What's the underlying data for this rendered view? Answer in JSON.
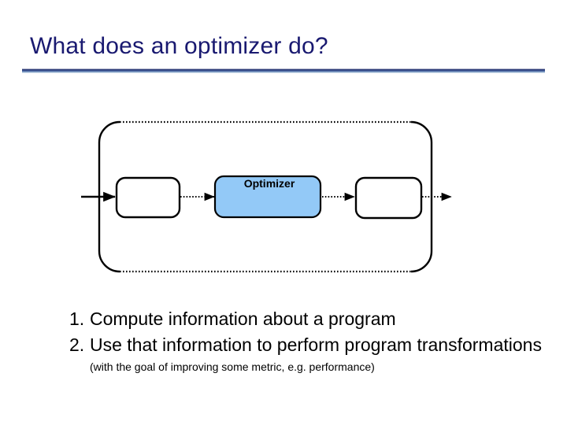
{
  "slide": {
    "title": "What does an optimizer do?",
    "title_color": "#191970",
    "background_color": "#ffffff",
    "rule_color_top": "#22306e",
    "rule_color_bottom": "#b9cde0"
  },
  "diagram": {
    "container_label": "",
    "container_border_style": "dotted-top-bottom-solid-corners",
    "border_color": "#000000",
    "nodes": [
      {
        "id": "input-box",
        "label": "",
        "fill": "#ffffff",
        "stroke": "#000000"
      },
      {
        "id": "optimizer-box",
        "label": "Optimizer",
        "fill": "#93C9F7",
        "stroke": "#000000"
      },
      {
        "id": "output-box",
        "label": "",
        "fill": "#ffffff",
        "stroke": "#000000"
      }
    ],
    "connectors": [
      {
        "id": "entry-arrow",
        "style": "solid",
        "from": "edge",
        "to": "input-box"
      },
      {
        "id": "input-to-optimizer-arrow",
        "style": "dotted",
        "from": "input-box",
        "to": "optimizer-box"
      },
      {
        "id": "optimizer-to-output-arrow",
        "style": "dotted",
        "from": "optimizer-box",
        "to": "output-box"
      },
      {
        "id": "exit-arrow",
        "style": "dotted",
        "from": "output-box",
        "to": "edge"
      }
    ]
  },
  "body": {
    "items": [
      {
        "number": "1.",
        "text": "Compute information about a program"
      },
      {
        "number": "2.",
        "text": "Use that information to perform program transformations"
      }
    ],
    "note": "(with the goal of improving some metric, e.g. performance)"
  }
}
